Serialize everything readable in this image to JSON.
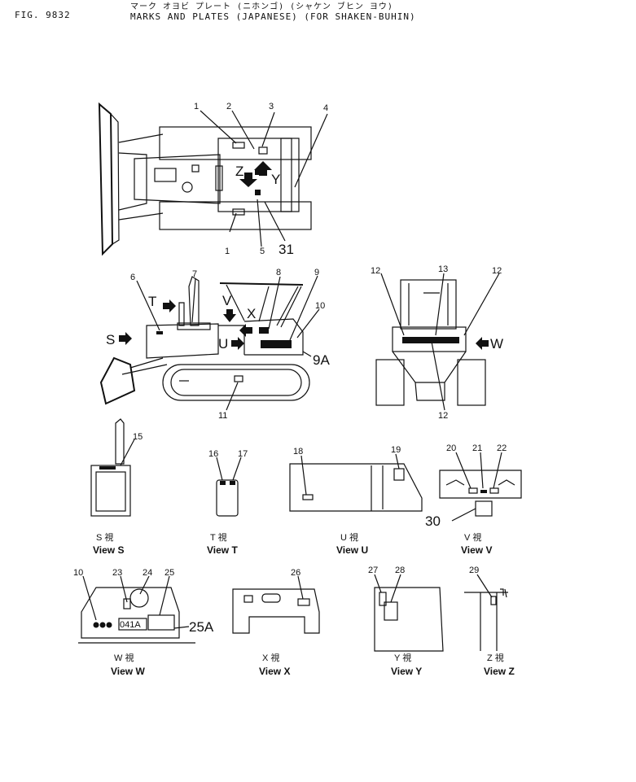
{
  "header": {
    "fig": "FIG. 9832",
    "title_jp": "マーク オヨビ プレート (ニホンゴ) (シャケン ブヒン ヨウ)",
    "title_en": "MARKS AND PLATES (JAPANESE) (FOR SHAKEN-BUHIN)"
  },
  "callouts": {
    "top": [
      "1",
      "2",
      "3",
      "4",
      "1",
      "5",
      "31"
    ],
    "side": [
      "6",
      "7",
      "8",
      "9",
      "10",
      "9A",
      "11"
    ],
    "rear": [
      "12",
      "13",
      "12",
      "12"
    ],
    "row3": [
      "15",
      "16",
      "17",
      "18",
      "19",
      "20",
      "21",
      "22",
      "30"
    ],
    "row4": [
      "10",
      "23",
      "24",
      "25",
      "25A",
      "26",
      "27",
      "28",
      "29"
    ]
  },
  "arrows": {
    "side": [
      "T",
      "S",
      "V",
      "X",
      "U"
    ],
    "rear": [
      "W"
    ],
    "top": [
      "Z",
      "Y"
    ]
  },
  "plate_text": "041A",
  "views": [
    {
      "jp": "S 視",
      "en": "View S"
    },
    {
      "jp": "T 視",
      "en": "View T"
    },
    {
      "jp": "U 視",
      "en": "View U"
    },
    {
      "jp": "V 視",
      "en": "View V"
    },
    {
      "jp": "W 視",
      "en": "View W"
    },
    {
      "jp": "X 視",
      "en": "View X"
    },
    {
      "jp": "Y 視",
      "en": "View Y"
    },
    {
      "jp": "Z 視",
      "en": "View Z"
    }
  ]
}
